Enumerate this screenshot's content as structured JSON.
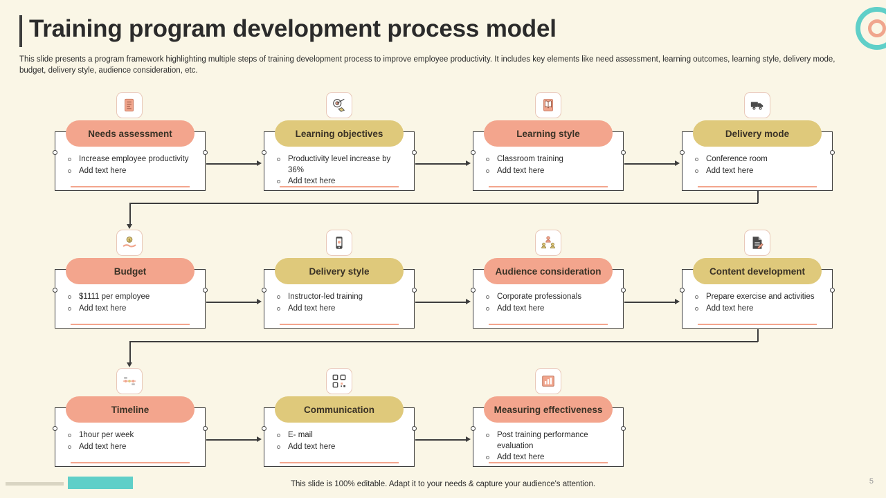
{
  "header": {
    "title": "Training program development process model",
    "subtitle": "This slide presents a program framework highlighting multiple steps of training development process to improve employee productivity. It includes key elements like need assessment, learning outcomes, learning style, delivery mode, budget, delivery style, audience consideration, etc."
  },
  "colors": {
    "background": "#faf6e6",
    "head_peach": "#f3a58d",
    "head_gold": "#dfc97b",
    "teal": "#5fcfc8",
    "outline": "#3d3d3d"
  },
  "cards": [
    {
      "id": "needs-assessment",
      "title": "Needs assessment",
      "head_color": "peach",
      "icon": "document-checklist-icon",
      "bullets": [
        "Increase employee productivity",
        "Add text here"
      ]
    },
    {
      "id": "learning-objectives",
      "title": "Learning objectives",
      "head_color": "gold",
      "icon": "target-goal-icon",
      "bullets": [
        "Productivity level increase by 36%",
        "Add text here"
      ]
    },
    {
      "id": "learning-style",
      "title": "Learning style",
      "head_color": "peach",
      "icon": "book-reading-icon",
      "bullets": [
        "Classroom training",
        "Add text here"
      ]
    },
    {
      "id": "delivery-mode",
      "title": "Delivery mode",
      "head_color": "gold",
      "icon": "delivery-truck-icon",
      "bullets": [
        "Conference room",
        "Add text here"
      ]
    },
    {
      "id": "budget",
      "title": "Budget",
      "head_color": "peach",
      "icon": "money-hand-icon",
      "bullets": [
        "$1111 per employee",
        "Add text here"
      ]
    },
    {
      "id": "delivery-style",
      "title": "Delivery style",
      "head_color": "gold",
      "icon": "mobile-device-icon",
      "bullets": [
        "Instructor-led training",
        "Add text here"
      ]
    },
    {
      "id": "audience-consideration",
      "title": "Audience consideration",
      "head_color": "peach",
      "icon": "people-group-icon",
      "bullets": [
        "Corporate professionals",
        "Add text here"
      ]
    },
    {
      "id": "content-development",
      "title": "Content development",
      "head_color": "gold",
      "icon": "document-pen-icon",
      "bullets": [
        "Prepare exercise and activities",
        "Add text here"
      ]
    },
    {
      "id": "timeline",
      "title": "Timeline",
      "head_color": "peach",
      "icon": "timeline-milestone-icon",
      "bullets": [
        "1hour per week",
        "Add text here"
      ]
    },
    {
      "id": "communication",
      "title": "Communication",
      "head_color": "gold",
      "icon": "qr-network-icon",
      "bullets": [
        "E- mail",
        "Add text here"
      ]
    },
    {
      "id": "measuring-effectiveness",
      "title": "Measuring effectiveness",
      "head_color": "peach",
      "icon": "bar-chart-icon",
      "bullets": [
        "Post training performance evaluation",
        "Add text here"
      ]
    }
  ],
  "footer": {
    "note": "This slide is 100% editable. Adapt it to your needs & capture your audience's attention.",
    "page_number": "5"
  }
}
